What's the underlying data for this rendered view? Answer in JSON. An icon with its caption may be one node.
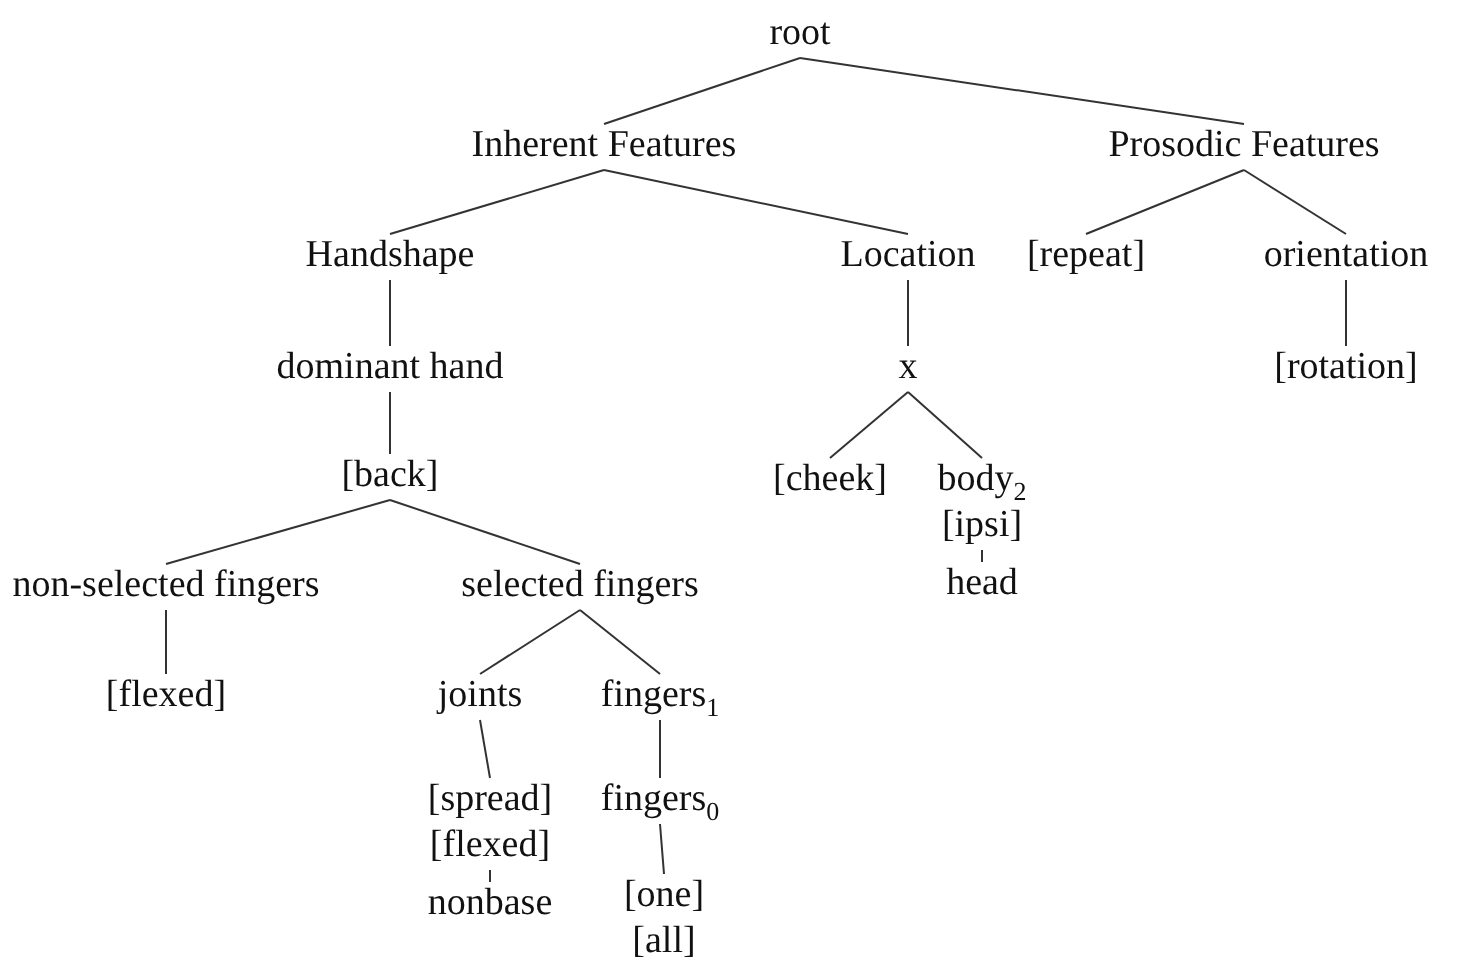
{
  "diagram": {
    "nodes": [
      {
        "text": [
          "root"
        ]
      },
      {
        "text": [
          "Inherent Features"
        ]
      },
      {
        "text": [
          "Prosodic Features"
        ]
      },
      {
        "text": [
          "Handshape"
        ]
      },
      {
        "text": [
          "Location"
        ]
      },
      {
        "text": [
          "[repeat]"
        ]
      },
      {
        "text": [
          "orientation"
        ]
      },
      {
        "text": [
          "dominant hand"
        ]
      },
      {
        "text": [
          "x"
        ]
      },
      {
        "text": [
          "[rotation]"
        ]
      },
      {
        "text": [
          "[back]"
        ]
      },
      {
        "text": [
          "[cheek]"
        ]
      },
      {
        "text": [
          "body$_{2}$",
          "[ipsi]"
        ]
      },
      {
        "text": [
          "head"
        ]
      },
      {
        "text": [
          "non-selected fingers"
        ]
      },
      {
        "text": [
          "selected fingers"
        ]
      },
      {
        "text": [
          "[flexed]"
        ]
      },
      {
        "text": [
          "joints"
        ]
      },
      {
        "text": [
          "fingers$_{1}$"
        ]
      },
      {
        "text": [
          "[spread]",
          "[flexed]"
        ]
      },
      {
        "text": [
          "fingers$_{0}$"
        ]
      },
      {
        "text": [
          "nonbase"
        ]
      },
      {
        "text": [
          "[one]",
          "[all]"
        ]
      }
    ],
    "edges": [
      {
        "from": 0,
        "to": 1,
        "arrow": "none"
      },
      {
        "from": 0,
        "to": 2,
        "arrow": "none"
      },
      {
        "from": 1,
        "to": 3,
        "arrow": "none"
      },
      {
        "from": 1,
        "to": 4,
        "arrow": "none"
      },
      {
        "from": 2,
        "to": 5,
        "arrow": "none"
      },
      {
        "from": 2,
        "to": 6,
        "arrow": "none"
      },
      {
        "from": 3,
        "to": 7,
        "arrow": "none"
      },
      {
        "from": 4,
        "to": 8,
        "arrow": "none"
      },
      {
        "from": 6,
        "to": 9,
        "arrow": "none"
      },
      {
        "from": 7,
        "to": 10,
        "arrow": "none"
      },
      {
        "from": 8,
        "to": 11,
        "arrow": "none"
      },
      {
        "from": 8,
        "to": 12,
        "arrow": "none"
      },
      {
        "from": 12,
        "to": 13,
        "arrow": "none"
      },
      {
        "from": 10,
        "to": 14,
        "arrow": "none"
      },
      {
        "from": 10,
        "to": 15,
        "arrow": "none"
      },
      {
        "from": 14,
        "to": 16,
        "arrow": "none"
      },
      {
        "from": 15,
        "to": 17,
        "arrow": "none"
      },
      {
        "from": 15,
        "to": 18,
        "arrow": "none"
      },
      {
        "from": 17,
        "to": 19,
        "arrow": "none"
      },
      {
        "from": 18,
        "to": 20,
        "arrow": "none"
      },
      {
        "from": 19,
        "to": 21,
        "arrow": "none"
      },
      {
        "from": 20,
        "to": 22,
        "arrow": "none"
      }
    ]
  }
}
